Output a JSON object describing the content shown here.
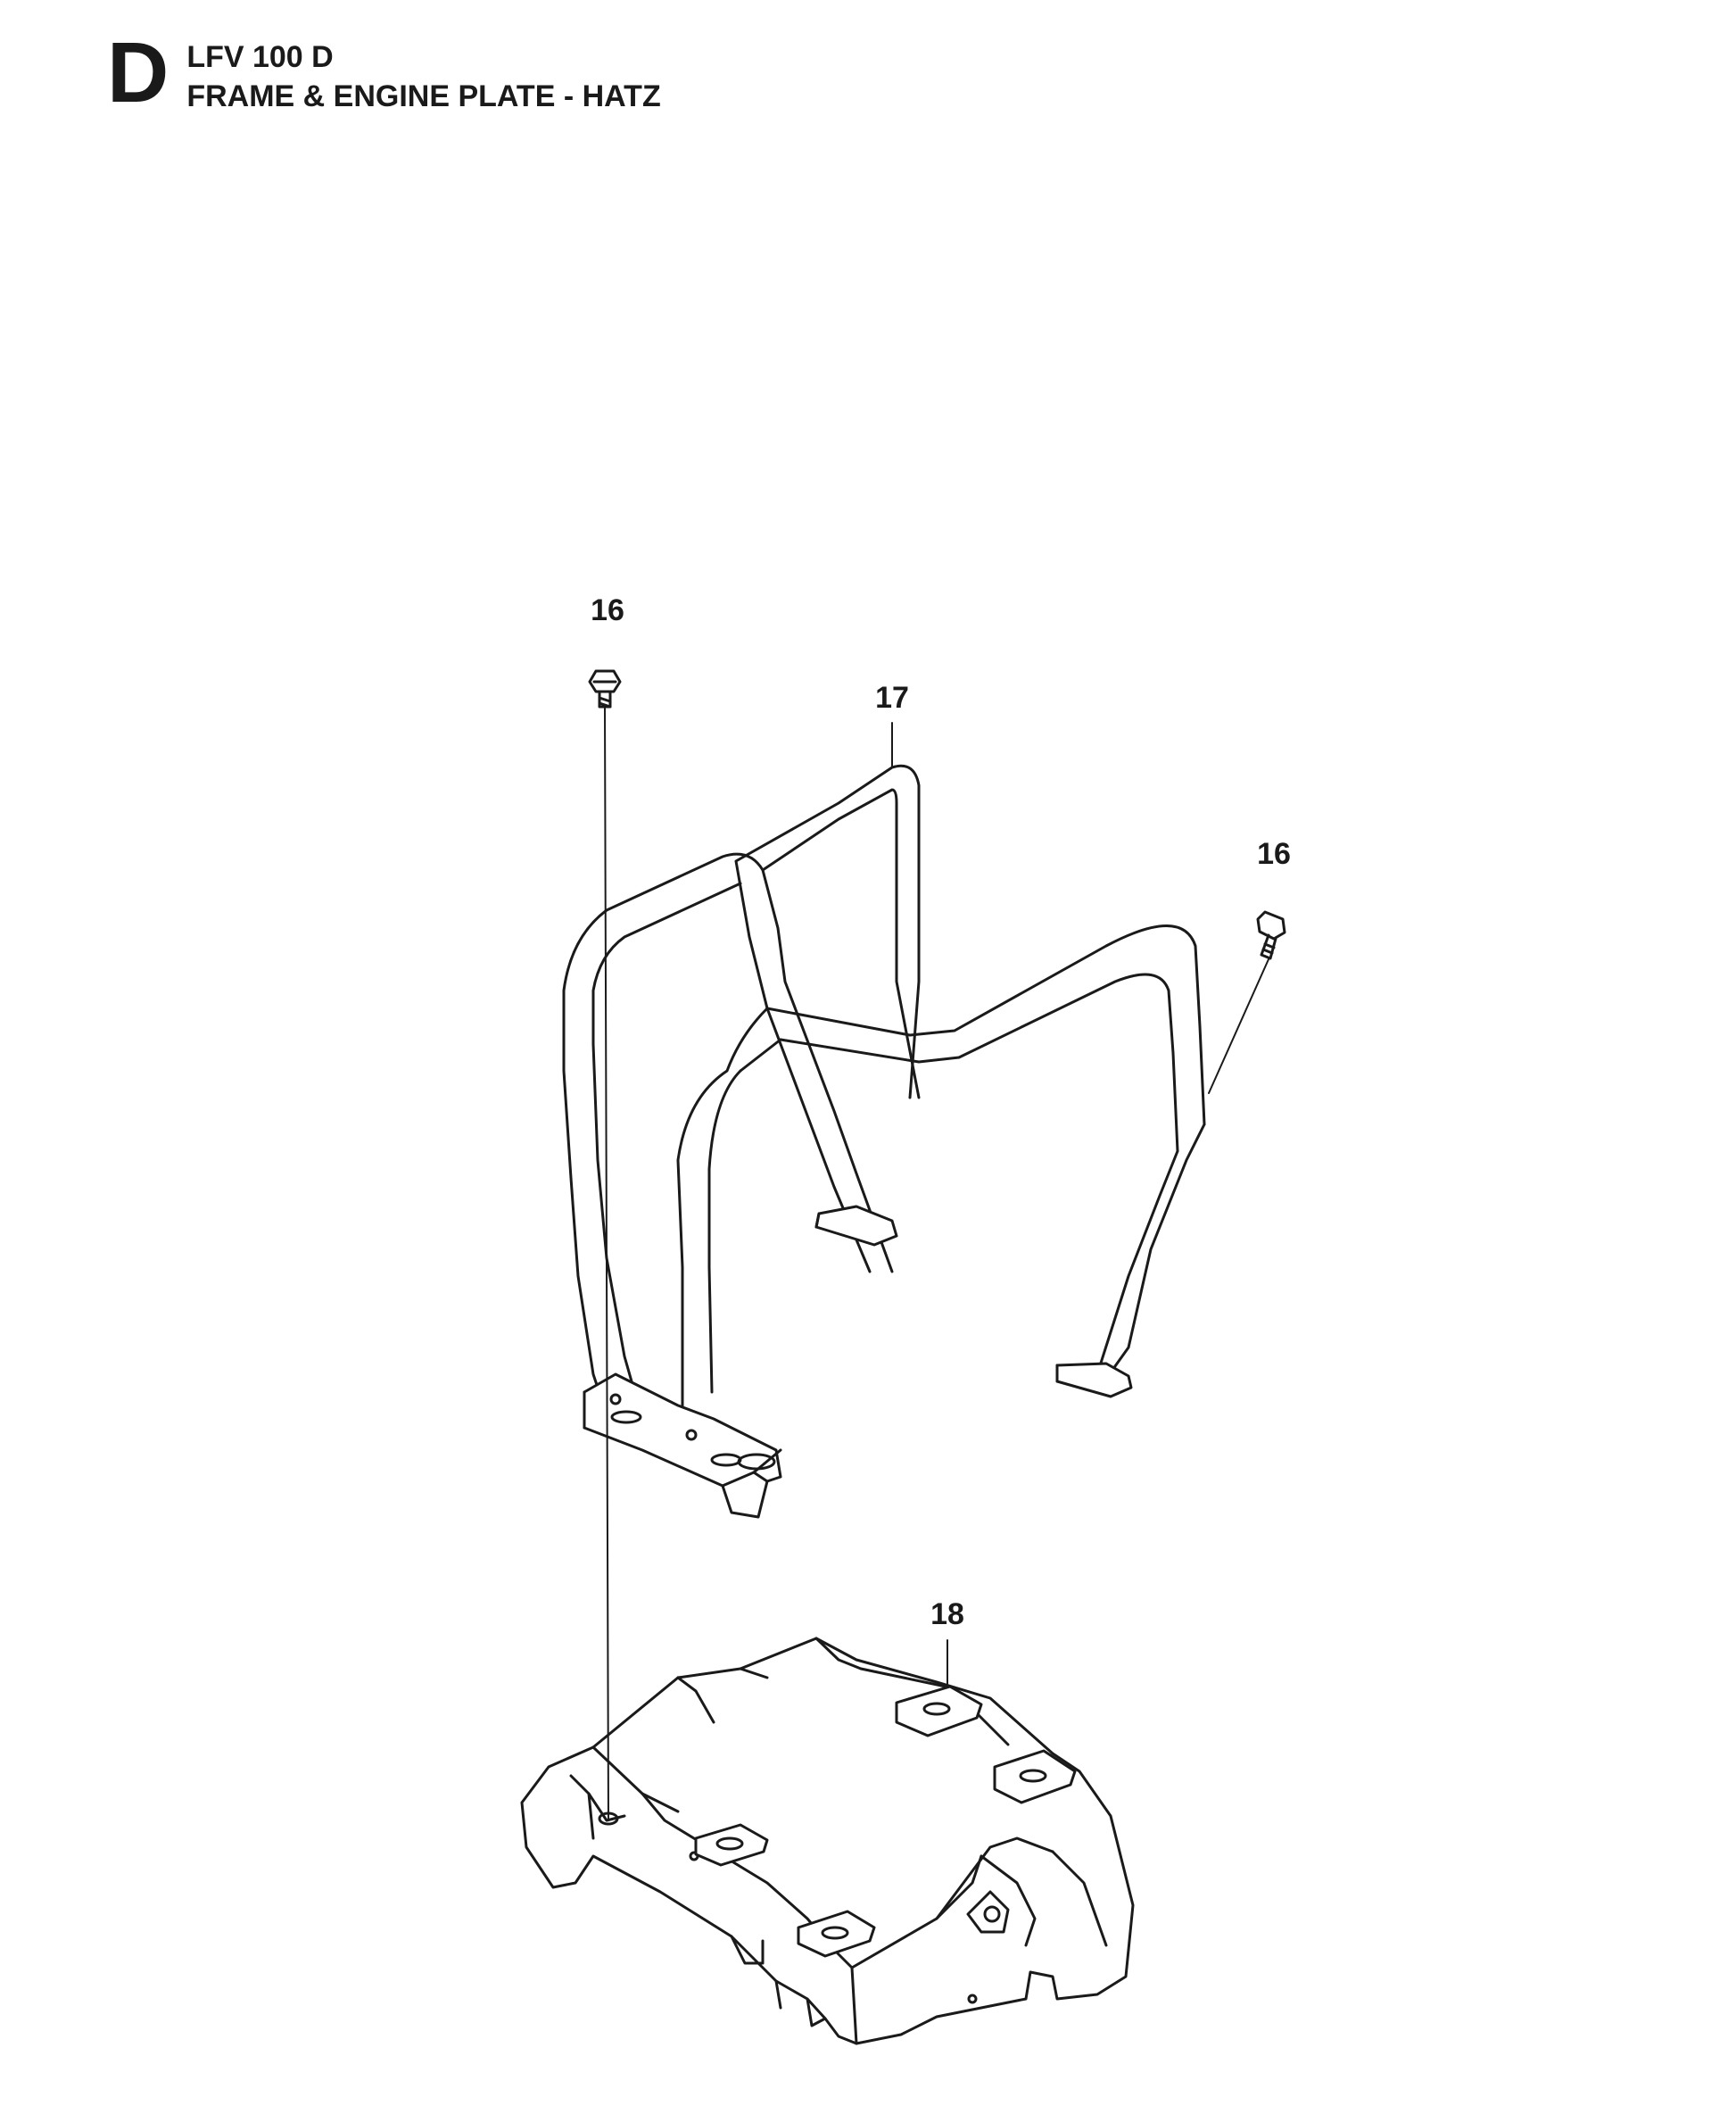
{
  "header": {
    "section_letter": "D",
    "model": "LFV 100 D",
    "section_title": "FRAME & ENGINE PLATE - HATZ"
  },
  "callouts": {
    "bolt_left": "16",
    "frame": "17",
    "bolt_right": "16",
    "engine_plate": "18"
  },
  "colors": {
    "line": "#1a1a1a",
    "fill": "#ffffff"
  }
}
